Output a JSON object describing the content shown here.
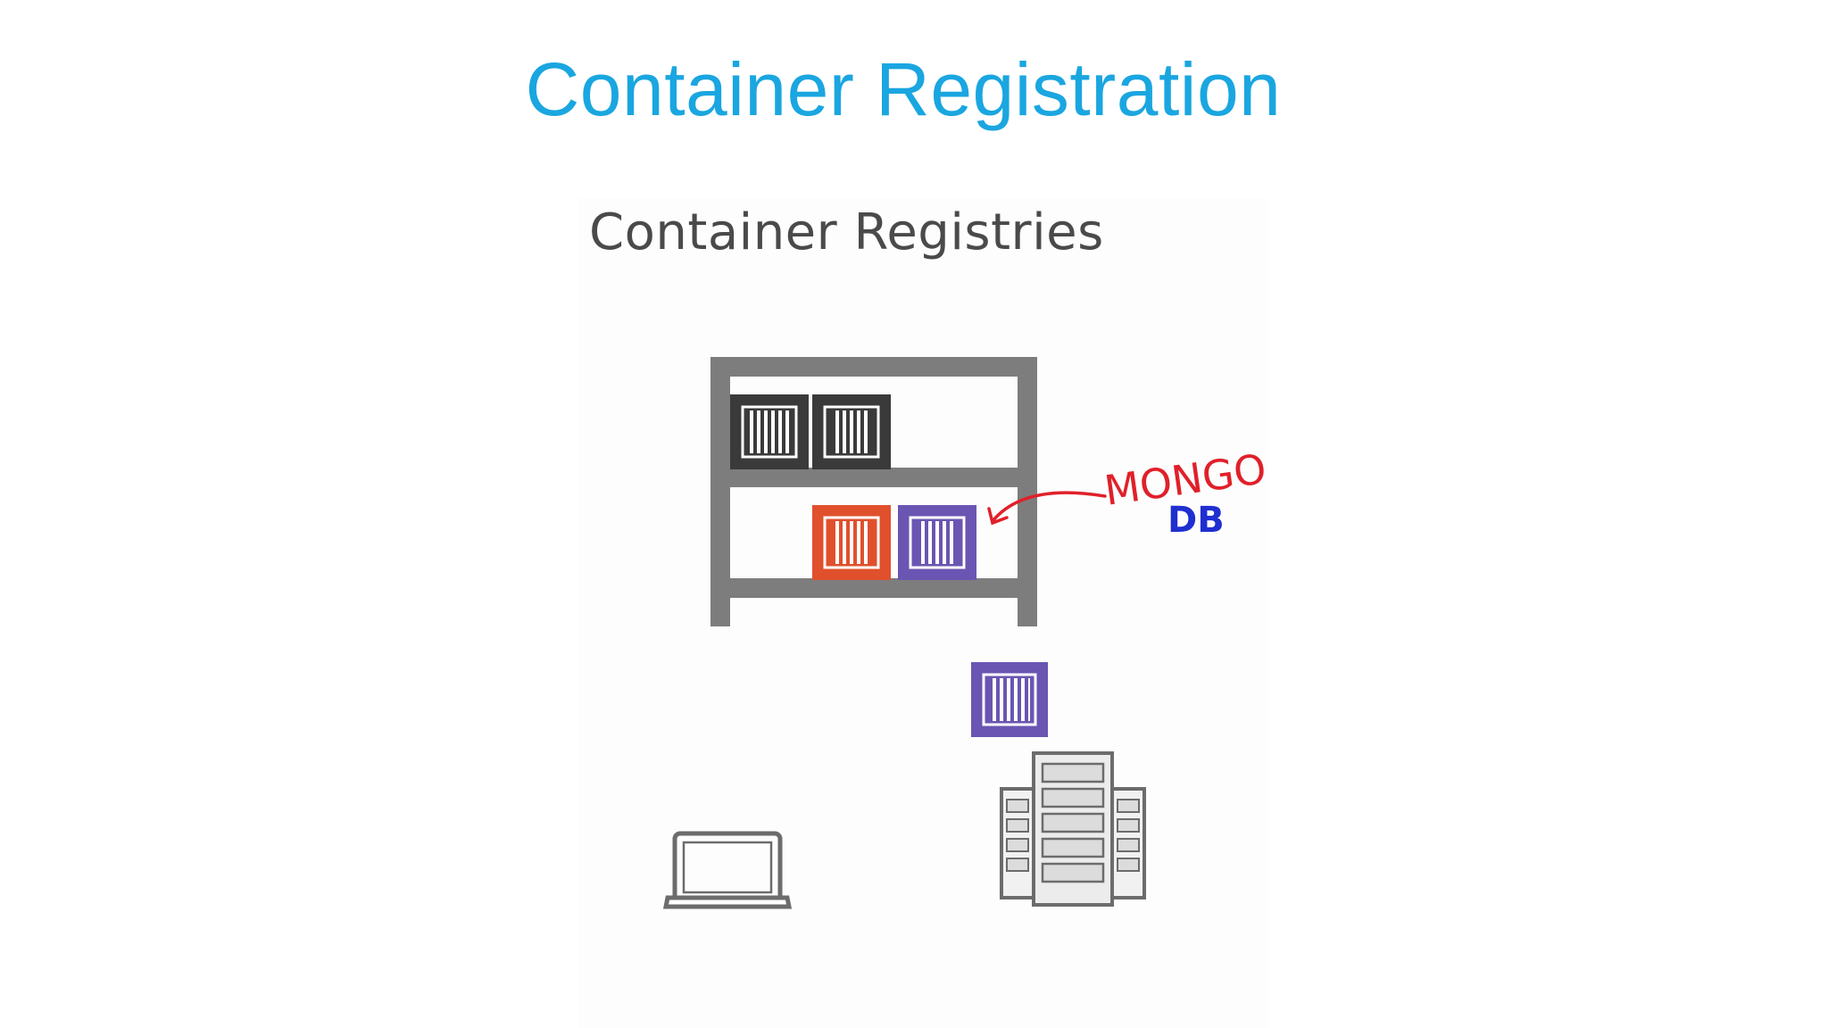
{
  "slide": {
    "title": "Container Registration"
  },
  "clip": {
    "heading": "Container Registries"
  },
  "annotation": {
    "line1": "MONGO",
    "line2": "DB",
    "line1_color": "#e0202a",
    "line2_color": "#1f2fd0"
  },
  "colors": {
    "title": "#1aa6e0",
    "shelf": "#7d7d7d",
    "container_dark": "#3a3a3a",
    "container_orange": "#e0502d",
    "container_purple": "#6a55b2",
    "device_outline": "#6c6c6c"
  },
  "icons": {
    "shelf": "storage-shelf-icon",
    "laptop": "laptop-icon",
    "server": "server-rack-icon",
    "container": "container-icon"
  }
}
